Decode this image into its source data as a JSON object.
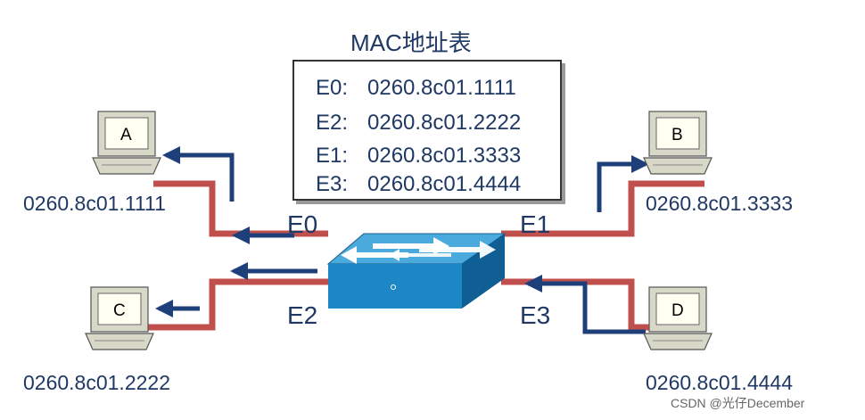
{
  "title": "MAC地址表",
  "mac_table": [
    {
      "port": "E0:",
      "mac": "0260.8c01.1111"
    },
    {
      "port": "E2:",
      "mac": "0260.8c01.2222"
    },
    {
      "port": "E1:",
      "mac": "0260.8c01.3333"
    },
    {
      "port": "E3:",
      "mac": "0260.8c01.4444"
    }
  ],
  "hosts": {
    "a": {
      "letter": "A",
      "mac": "0260.8c01.1111"
    },
    "b": {
      "letter": "B",
      "mac": "0260.8c01.3333"
    },
    "c": {
      "letter": "C",
      "mac": "0260.8c01.2222"
    },
    "d": {
      "letter": "D",
      "mac": "0260.8c01.4444"
    }
  },
  "ports": {
    "e0": "E0",
    "e1": "E1",
    "e2": "E2",
    "e3": "E3"
  },
  "colors": {
    "link": "#c0504d",
    "arrow": "#1f3f7a",
    "switch_front": "#1d86c4",
    "switch_top": "#4aa9dd",
    "text": "#1f3864"
  },
  "watermark": "CSDN @光仔December"
}
